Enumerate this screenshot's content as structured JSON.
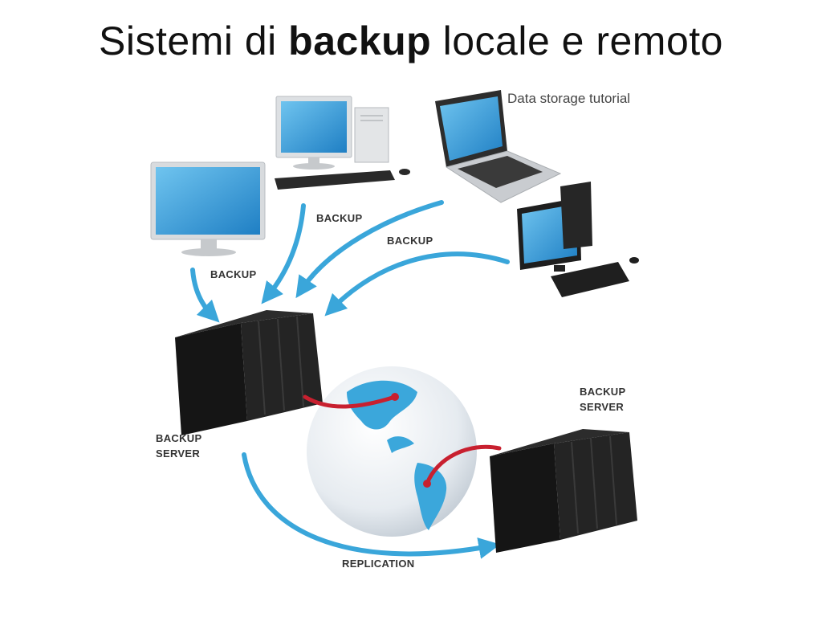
{
  "slide": {
    "title_prefix": "Sistemi di ",
    "title_bold": "backup",
    "title_suffix": " locale e remoto"
  },
  "illustration": {
    "caption": "Data storage tutorial",
    "labels": {
      "backup_1": "BACKUP",
      "backup_2": "BACKUP",
      "backup_3": "BACKUP",
      "local_server_line1": "BACKUP",
      "local_server_line2": "SERVER",
      "remote_server_line1": "BACKUP",
      "remote_server_line2": "SERVER",
      "replication": "REPLICATION"
    },
    "colors": {
      "arrow": "#3aa6da",
      "link": "#c8202f",
      "server": "#1c1c1c",
      "screen": "#2b8fd0"
    }
  }
}
